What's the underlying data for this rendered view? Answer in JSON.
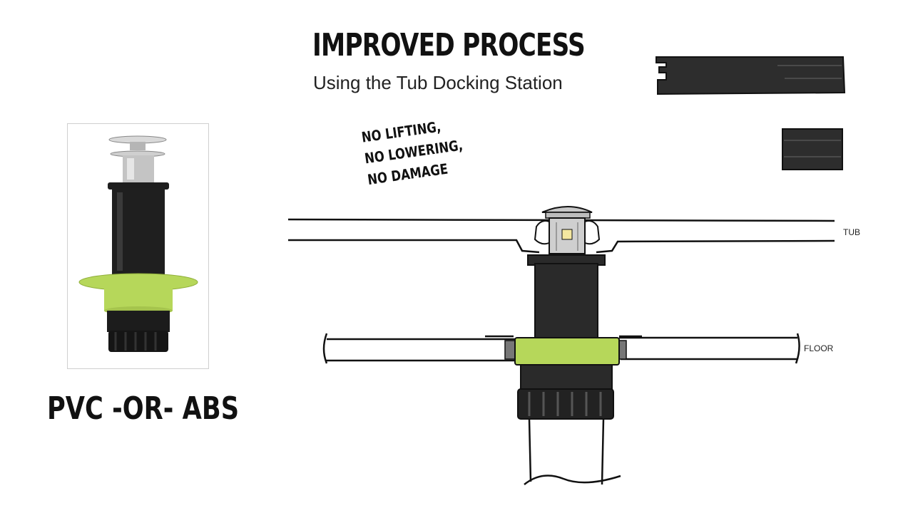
{
  "header": {
    "title": "IMPROVED PROCESS",
    "subtitle": "Using the Tub Docking Station"
  },
  "note_lines": [
    "NO LIFTING,",
    "NO LOWERING,",
    "NO DAMAGE"
  ],
  "product": {
    "material_label": "PVC -OR- ABS"
  },
  "diagram": {
    "tub_label": "TUB",
    "floor_label": "FLOOR"
  },
  "colors": {
    "accent_green": "#b6d75a",
    "body_black": "#2a2a2a",
    "chrome": "#c8c8c8"
  }
}
